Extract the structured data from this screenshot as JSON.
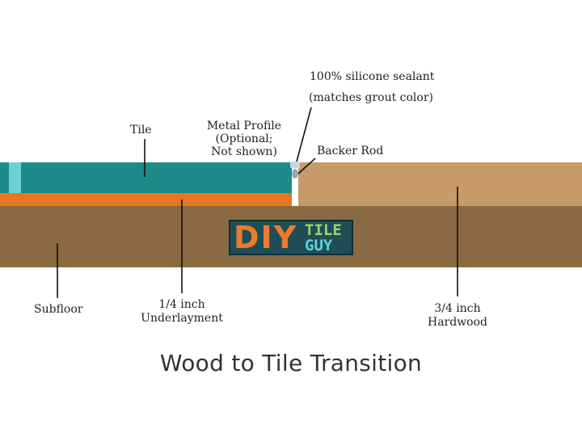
{
  "title": "Wood to Tile Transition",
  "labels": {
    "sealant_line1": "100% silicone sealant",
    "sealant_line2": "(matches grout color)",
    "tile": "Tile",
    "metal_line1": "Metal Profile",
    "metal_line2": "(Optional;",
    "metal_line3": "Not shown)",
    "backer_rod": "Backer Rod",
    "subfloor": "Subfloor",
    "underlayment_line1": "1/4 inch",
    "underlayment_line2": "Underlayment",
    "hardwood_line1": "3/4 inch",
    "hardwood_line2": "Hardwood"
  },
  "logo": {
    "part1": "DIY",
    "part2": "TILE",
    "part3": "GUY"
  },
  "colors": {
    "tile": "#1d8a8a",
    "tile_highlight": "#6fd1cf",
    "underlayment": "#e87522",
    "subfloor": "#8a6a42",
    "hardwood": "#c79a68",
    "sealant": "#c9d6e3",
    "backer_rod": "#9aa7b3"
  }
}
